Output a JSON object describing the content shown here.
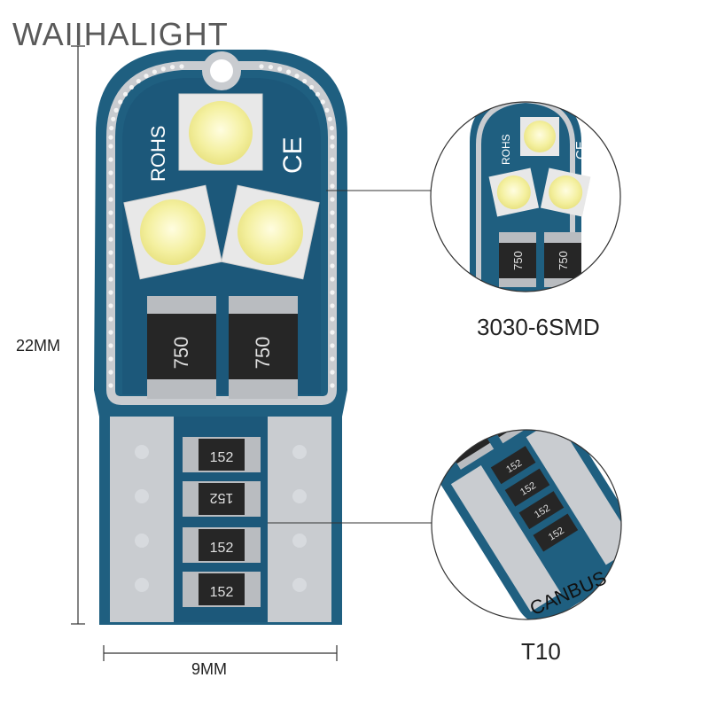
{
  "brand": "WAIIHALIGHT",
  "dimensions": {
    "height_label": "22MM",
    "width_label": "9MM"
  },
  "board": {
    "marks": {
      "rohs": "ROHS",
      "ce": "CE"
    },
    "resistor_large_code": "750",
    "resistor_small_code": "152",
    "resistor_small_count": 4,
    "led_count": 3
  },
  "callouts": {
    "top": {
      "caption": "3030-6SMD"
    },
    "bottom": {
      "caption": "T10",
      "badge": "CANBUS"
    }
  },
  "colors": {
    "pcb": "#1f5f80",
    "pcb_dark": "#15465f",
    "silver": "#c9ccd0",
    "led": "#f2ef9e",
    "resistor": "#262626",
    "bead": "#f4f4f4"
  }
}
